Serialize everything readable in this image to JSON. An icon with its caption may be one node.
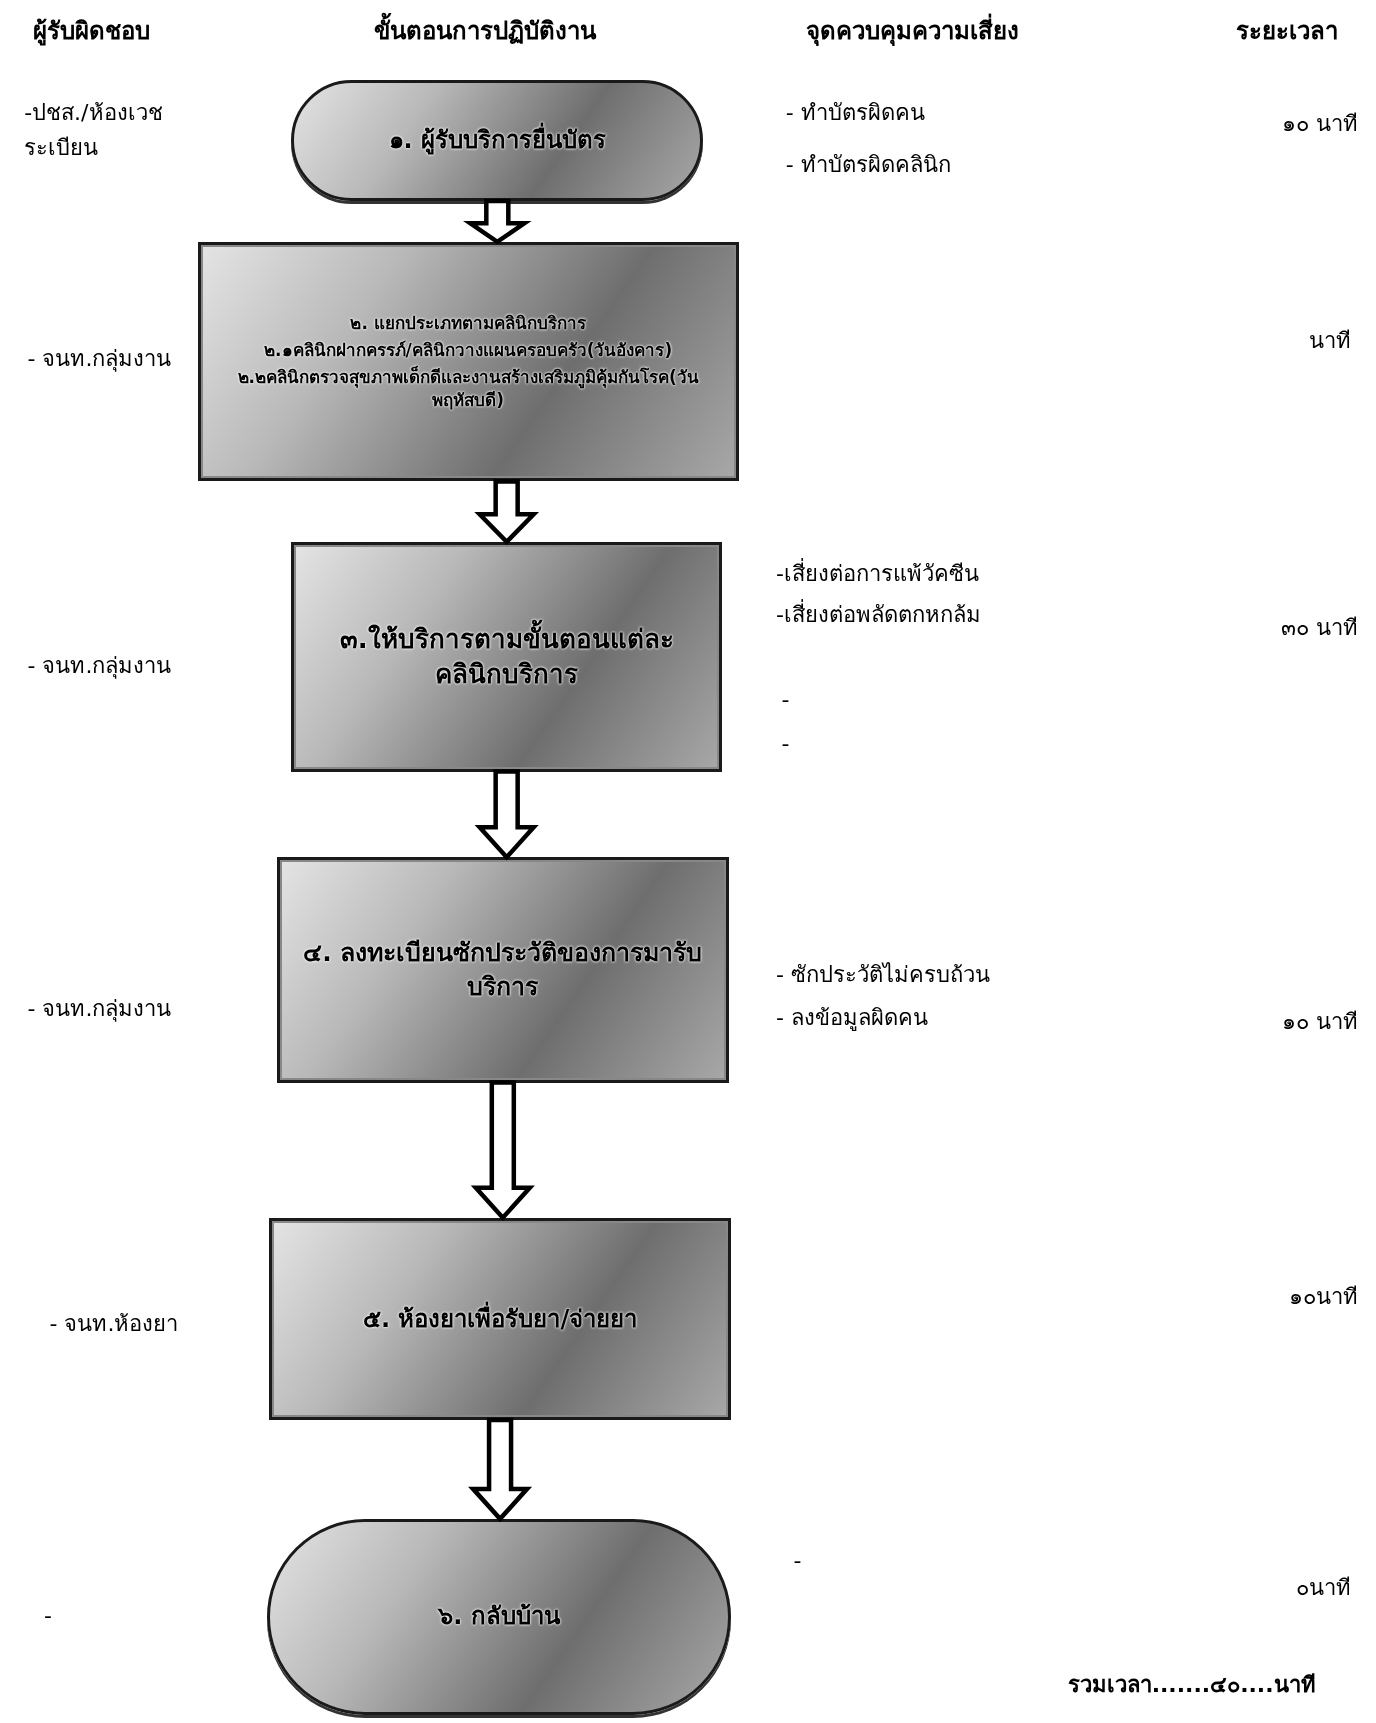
{
  "diagram": {
    "nodes": [
      {
        "text": [
          "๑. ผู้รับบริการยื่นบัตร"
        ]
      },
      {
        "text": [
          "๒. แยกประเภทตามคลินิกบริการ",
          "๒.๑คลินิกฝากครรภ์/คลินิกวางแผนครอบครัว(วันอังคาร)",
          "๒.๒คลินิกตรวจสุขภาพเด็กดีและงานสร้างเสริมภูมิคุ้มกันโรค(วันพฤหัสบดี)"
        ]
      },
      {
        "text": [
          "๓.ให้บริการตามขั้นตอนแต่ละคลินิกบริการ"
        ]
      },
      {
        "text": [
          "๔. ลงทะเบียนซักประวัติของการมารับบริการ"
        ]
      },
      {
        "text": [
          "๕. ห้องยาเพื่อรับยา/จ่ายยา"
        ]
      },
      {
        "text": [
          "๖. กลับบ้าน"
        ]
      }
    ],
    "edges": [
      {
        "from": 0,
        "to": 1,
        "arrow": "to"
      },
      {
        "from": 1,
        "to": 2,
        "arrow": "to"
      },
      {
        "from": 2,
        "to": 3,
        "arrow": "to"
      },
      {
        "from": 3,
        "to": 4,
        "arrow": "to"
      },
      {
        "from": 4,
        "to": 5,
        "arrow": "to"
      }
    ],
    "labels": [
      "ผู้รับผิดชอบ",
      "ขั้นตอนการปฏิบัติงาน",
      "จุดควบคุมความเสี่ยง",
      "ระยะเวลา",
      "-ปชส./ห้องเวชระเบียน",
      "- ทำบัตรผิดคน",
      "๑๐ นาที",
      "- ทำบัตรผิดคลินิก",
      "นาที",
      "- จนท.กลุ่มงาน",
      "-เสี่ยงต่อการแพ้วัคซีน",
      "-เสี่ยงต่อพลัดตกหกล้ม",
      "๓๐ นาที",
      "- จนท.กลุ่มงาน",
      "-",
      "-",
      "- ซักประวัติไม่ครบถ้วน",
      "- จนท.กลุ่มงาน",
      "- ลงข้อมูลผิดคน",
      "๑๐ นาที",
      "๑๐นาที",
      "- จนท.ห้องยา",
      "-",
      "๐นาที",
      "-",
      "รวมเวลา.......๔๐....นาที"
    ]
  }
}
